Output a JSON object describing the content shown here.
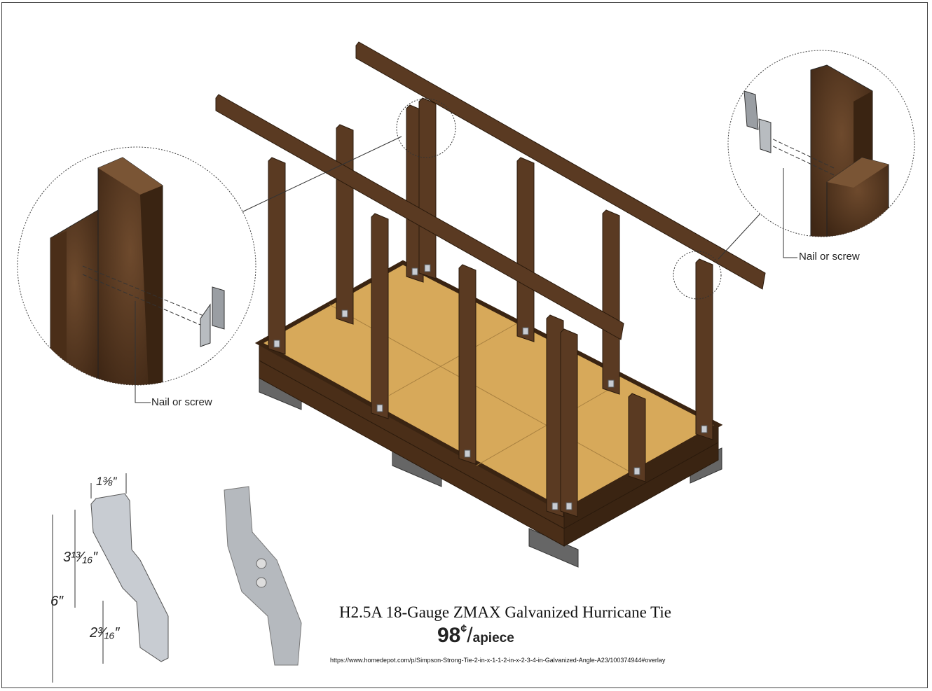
{
  "callouts": {
    "left_label": "Nail or screw",
    "right_label": "Nail or screw"
  },
  "product": {
    "title": "H2.5A 18-Gauge ZMAX Galvanized Hurricane Tie",
    "price_value": "98",
    "price_cent": "¢",
    "price_slash": "/",
    "price_unit": "apiece",
    "url": "https://www.homedepot.com/p/Simpson-Strong-Tie-2-in-x-1-1-2-in-x-2-3-4-in-Galvanized-Angle-A23/100374944#overlay"
  },
  "dimensions": {
    "width": "1⅜″",
    "upper": "3¹³⁄₁₆″",
    "total": "6″",
    "lower": "2³⁄₁₆″"
  },
  "colors": {
    "wood": "#5a3a22",
    "wood_dark": "#3e2614",
    "osb": "#d9ad5e",
    "block": "#6a6a6a",
    "metal": "#b8bcc0"
  }
}
